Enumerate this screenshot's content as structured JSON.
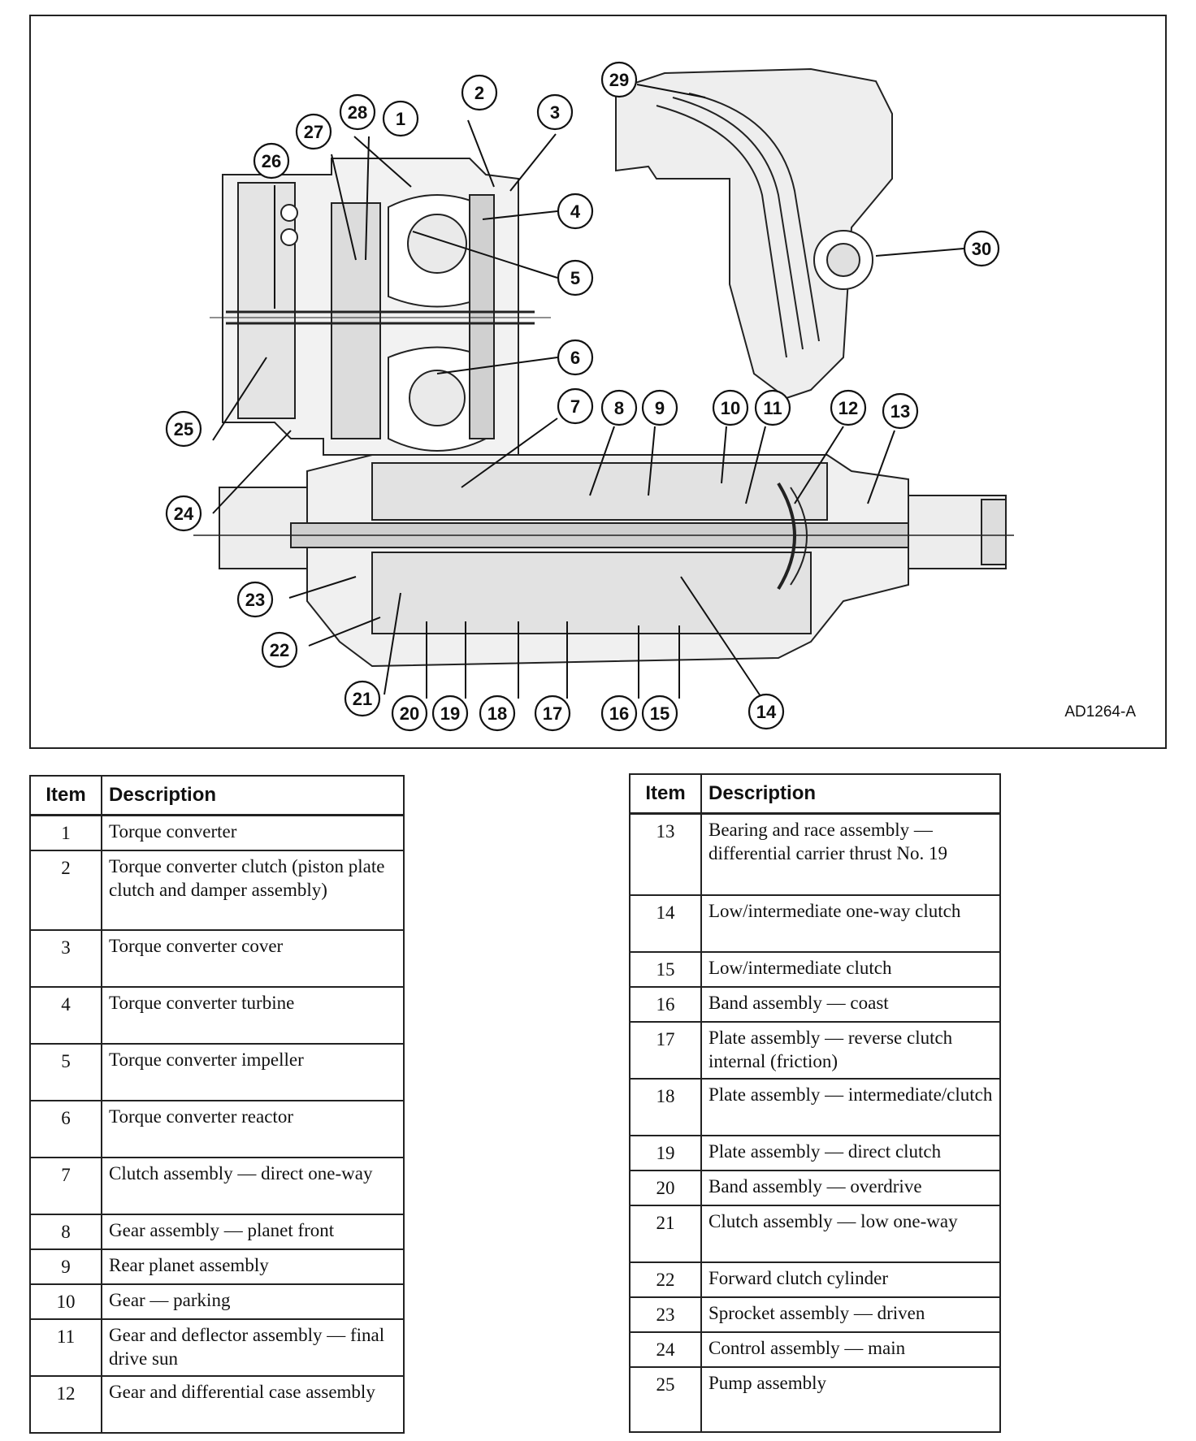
{
  "figure_code": "AD1264-A",
  "callouts": [
    "1",
    "2",
    "3",
    "4",
    "5",
    "6",
    "7",
    "8",
    "9",
    "10",
    "11",
    "12",
    "13",
    "14",
    "15",
    "16",
    "17",
    "18",
    "19",
    "20",
    "21",
    "22",
    "23",
    "24",
    "25",
    "26",
    "27",
    "28",
    "29",
    "30"
  ],
  "table_header": {
    "item": "Item",
    "description": "Description"
  },
  "left_table": [
    {
      "item": "1",
      "description": "Torque converter"
    },
    {
      "item": "2",
      "description": "Torque converter clutch (piston plate clutch and damper assembly)"
    },
    {
      "item": "3",
      "description": "Torque converter cover"
    },
    {
      "item": "4",
      "description": "Torque converter turbine"
    },
    {
      "item": "5",
      "description": "Torque converter impeller"
    },
    {
      "item": "6",
      "description": "Torque converter reactor"
    },
    {
      "item": "7",
      "description": "Clutch assembly — direct one-way"
    },
    {
      "item": "8",
      "description": "Gear assembly — planet front"
    },
    {
      "item": "9",
      "description": "Rear planet assembly"
    },
    {
      "item": "10",
      "description": "Gear — parking"
    },
    {
      "item": "11",
      "description": "Gear and deflector assembly — final drive sun"
    },
    {
      "item": "12",
      "description": "Gear and differential case assembly"
    }
  ],
  "right_table": [
    {
      "item": "13",
      "description": "Bearing and race assembly — differential carrier thrust No. 19"
    },
    {
      "item": "14",
      "description": "Low/intermediate one-way clutch"
    },
    {
      "item": "15",
      "description": "Low/intermediate clutch"
    },
    {
      "item": "16",
      "description": "Band assembly — coast"
    },
    {
      "item": "17",
      "description": "Plate assembly — reverse clutch internal (friction)"
    },
    {
      "item": "18",
      "description": "Plate assembly — intermediate/clutch"
    },
    {
      "item": "19",
      "description": "Plate assembly — direct clutch"
    },
    {
      "item": "20",
      "description": "Band assembly — overdrive"
    },
    {
      "item": "21",
      "description": "Clutch assembly — low one-way"
    },
    {
      "item": "22",
      "description": "Forward clutch cylinder"
    },
    {
      "item": "23",
      "description": "Sprocket assembly — driven"
    },
    {
      "item": "24",
      "description": "Control assembly — main"
    },
    {
      "item": "25",
      "description": "Pump assembly"
    }
  ]
}
